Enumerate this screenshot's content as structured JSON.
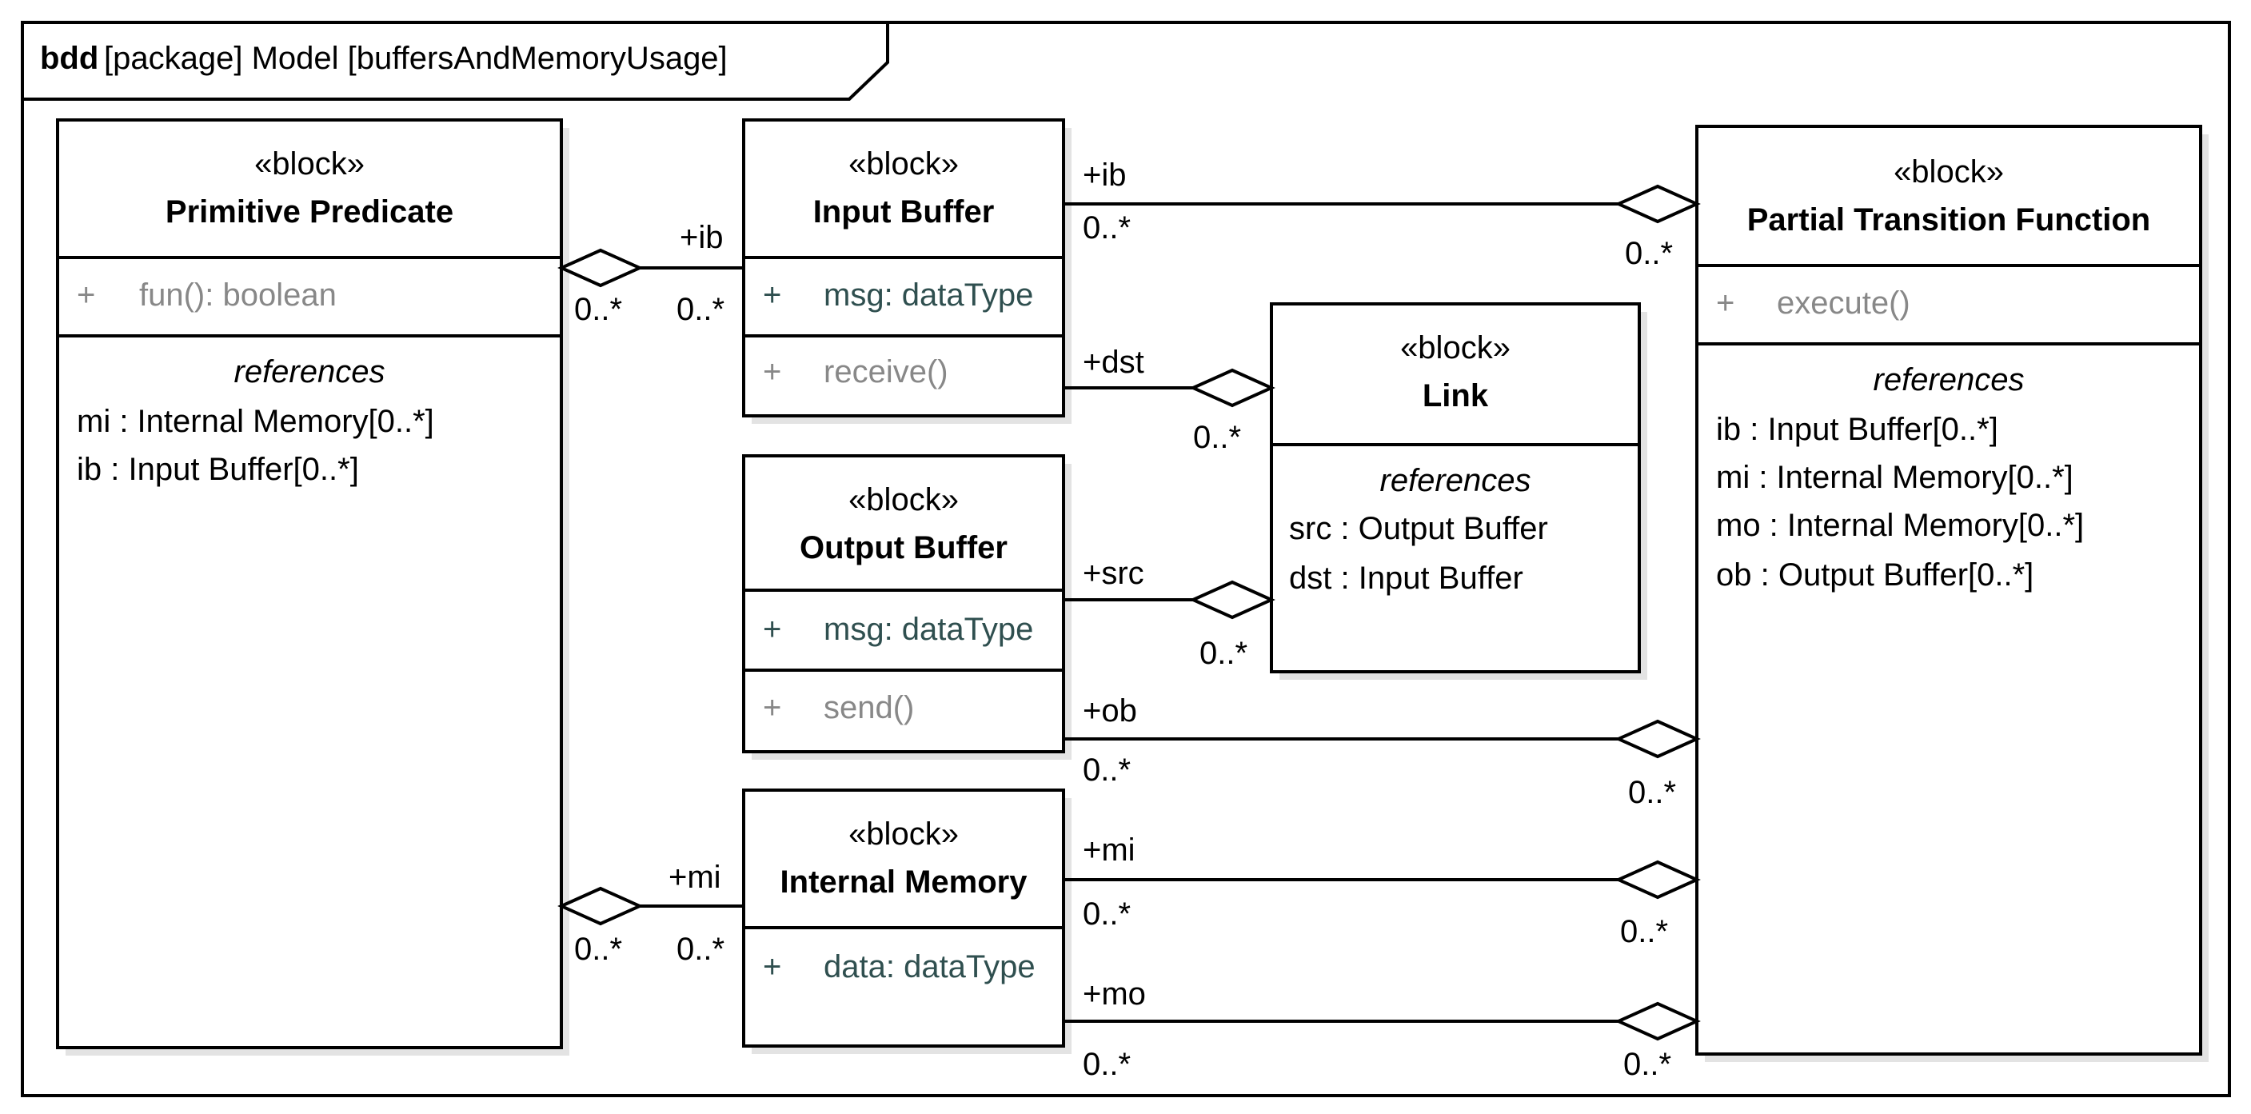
{
  "frame": {
    "kind": "bdd",
    "header": "[package]  Model [buffersAndMemoryUsage]"
  },
  "blocks": {
    "primitive_predicate": {
      "stereotype": "«block»",
      "name": "Primitive Predicate",
      "operations": [
        {
          "vis": "+",
          "text": "fun(): boolean"
        }
      ],
      "references_header": "references",
      "references": [
        "mi : Internal Memory[0..*]",
        "ib : Input Buffer[0..*]"
      ]
    },
    "input_buffer": {
      "stereotype": "«block»",
      "name": "Input Buffer",
      "attributes": [
        {
          "vis": "+",
          "text": "msg: dataType"
        }
      ],
      "operations": [
        {
          "vis": "+",
          "text": "receive()"
        }
      ]
    },
    "output_buffer": {
      "stereotype": "«block»",
      "name": "Output Buffer",
      "attributes": [
        {
          "vis": "+",
          "text": "msg: dataType"
        }
      ],
      "operations": [
        {
          "vis": "+",
          "text": "send()"
        }
      ]
    },
    "internal_memory": {
      "stereotype": "«block»",
      "name": "Internal Memory",
      "attributes": [
        {
          "vis": "+",
          "text": "data: dataType"
        }
      ]
    },
    "link": {
      "stereotype": "«block»",
      "name": "Link",
      "references_header": "references",
      "references": [
        "src : Output Buffer",
        "dst : Input Buffer"
      ]
    },
    "partial_transition_function": {
      "stereotype": "«block»",
      "name": "Partial Transition Function",
      "operations": [
        {
          "vis": "+",
          "text": "execute()"
        }
      ],
      "references_header": "references",
      "references": [
        "ib : Input Buffer[0..*]",
        "mi : Internal Memory[0..*]",
        "mo : Internal Memory[0..*]",
        "ob : Output Buffer[0..*]"
      ]
    }
  },
  "associations": [
    {
      "id": "pp_ib",
      "role": "+ib",
      "mult_near": "0..*",
      "mult_whole": "0..*"
    },
    {
      "id": "pp_mi",
      "role": "+mi",
      "mult_near": "0..*",
      "mult_whole": "0..*"
    },
    {
      "id": "ptf_ib",
      "role": "+ib",
      "mult_near": "0..*",
      "mult_whole": "0..*"
    },
    {
      "id": "link_dst",
      "role": "+dst",
      "mult_whole": "0..*"
    },
    {
      "id": "link_src",
      "role": "+src",
      "mult_whole": "0..*"
    },
    {
      "id": "ptf_ob",
      "role": "+ob",
      "mult_near": "0..*",
      "mult_whole": "0..*"
    },
    {
      "id": "ptf_mi",
      "role": "+mi",
      "mult_near": "0..*",
      "mult_whole": "0..*"
    },
    {
      "id": "ptf_mo",
      "role": "+mo",
      "mult_near": "0..*",
      "mult_whole": "0..*"
    }
  ]
}
